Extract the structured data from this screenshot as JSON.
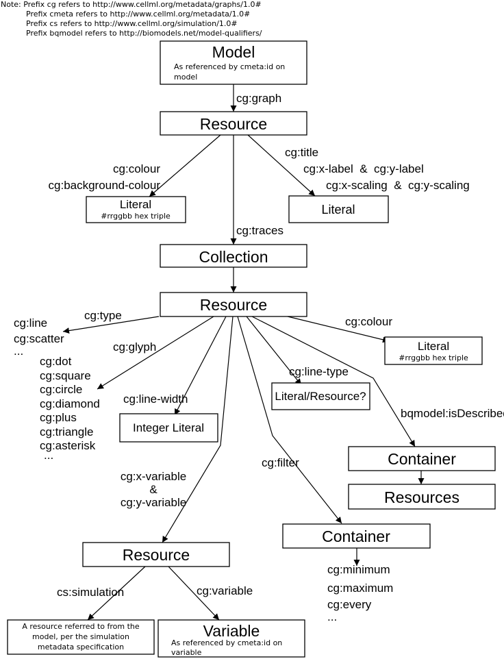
{
  "note": {
    "lines": [
      "Note: Prefix cg refers to http://www.cellml.org/metadata/graphs/1.0#",
      "Prefix cmeta refers to http://www.cellml.org/metadata/1.0#",
      "Prefix cs refers to http://www.cellml.org/simulation/1.0#",
      "Prefix bqmodel refers to http://biomodels.net/model-qualifiers/"
    ]
  },
  "nodes": {
    "model": {
      "title": "Model",
      "subtitle": [
        "As referenced by cmeta:id on",
        "model"
      ]
    },
    "graph_resource": {
      "title": "Resource"
    },
    "graph_colour_literal": {
      "title": "Literal",
      "subtitle": "#rrggbb hex triple"
    },
    "graph_title_literal": {
      "title": "Literal"
    },
    "collection": {
      "title": "Collection"
    },
    "trace_resource": {
      "title": "Resource"
    },
    "trace_colour_literal": {
      "title": "Literal",
      "subtitle": "#rrggbb hex triple"
    },
    "line_type_literal": {
      "title": "Literal/Resource?"
    },
    "line_width_literal": {
      "title": "Integer Literal"
    },
    "desc_container": {
      "title": "Container"
    },
    "desc_resources": {
      "title": "Resources"
    },
    "filter_container": {
      "title": "Container"
    },
    "variable_resource": {
      "title": "Resource"
    },
    "simulation_resource": {
      "lines": [
        "A resource referred to from the",
        "model, per the simulation",
        "metadata specification"
      ]
    },
    "variable": {
      "title": "Variable",
      "subtitle": [
        "As referenced by cmeta:id on",
        "variable"
      ]
    }
  },
  "edges": {
    "graph": "cg:graph",
    "colour": [
      "cg:colour",
      "cg:background-colour"
    ],
    "title": [
      "cg:title",
      "cg:x-label  &  cg:y-label",
      "cg:x-scaling  &  cg:y-scaling"
    ],
    "traces": "cg:traces",
    "type": "cg:type",
    "glyph": "cg:glyph",
    "line_width": "cg:line-width",
    "xy_variable": [
      "cg:x-variable",
      "&",
      "cg:y-variable"
    ],
    "filter": "cg:filter",
    "line_type": "cg:line-type",
    "trace_colour": "cg:colour",
    "described_by": "bqmodel:isDescribedBy",
    "simulation": "cs:simulation",
    "variable": "cg:variable"
  },
  "values": {
    "type": [
      "cg:line",
      "cg:scatter",
      "..."
    ],
    "glyph": [
      "cg:dot",
      "cg:square",
      "cg:circle",
      "cg:diamond",
      "cg:plus",
      "cg:triangle",
      "cg:asterisk",
      "..."
    ],
    "filter": [
      "cg:minimum",
      "cg:maximum",
      "cg:every",
      "..."
    ]
  }
}
